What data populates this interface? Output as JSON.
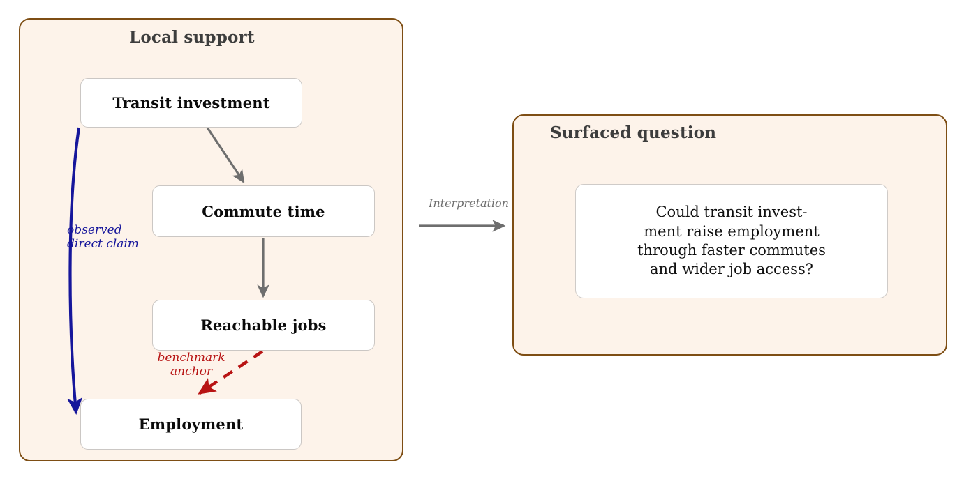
{
  "diagram": {
    "type": "causal-flow-diagram",
    "panels": [
      {
        "id": "local-support",
        "title": "Local support"
      },
      {
        "id": "surfaced-question",
        "title": "Surfaced question"
      }
    ],
    "nodes": [
      {
        "id": "transit-investment",
        "label": "Transit investment"
      },
      {
        "id": "commute-time",
        "label": "Commute time"
      },
      {
        "id": "reachable-jobs",
        "label": "Reachable jobs"
      },
      {
        "id": "employment",
        "label": "Employment"
      }
    ],
    "edges": [
      {
        "id": "transit-to-commute",
        "from": "transit-investment",
        "to": "commute-time",
        "label": "",
        "style": "solid",
        "color": "#6E6E6E"
      },
      {
        "id": "commute-to-jobs",
        "from": "commute-time",
        "to": "reachable-jobs",
        "label": "",
        "style": "solid",
        "color": "#6E6E6E"
      },
      {
        "id": "transit-to-employment",
        "from": "transit-investment",
        "to": "employment",
        "label": "observed\ndirect claim",
        "style": "solid-curved",
        "color": "#16169B"
      },
      {
        "id": "jobs-to-employment",
        "from": "reachable-jobs",
        "to": "employment",
        "label": "benchmark\nanchor",
        "style": "dashed",
        "color": "#B81414"
      },
      {
        "id": "local-to-question",
        "from": "local-support",
        "to": "surfaced-question",
        "label": "Interpretation",
        "style": "solid",
        "color": "#6E6E6E"
      }
    ],
    "question": {
      "text": "Could transit invest-\nment raise employment\nthrough faster commutes\nand wider job access?"
    },
    "colors": {
      "panel_fill": "#FDF3EA",
      "panel_border": "#7E4E14",
      "node_fill": "#FFFFFF",
      "node_border": "#CBC7C4",
      "title_text": "#3D3D3D",
      "arrow_gray": "#6E6E6E",
      "arrow_blue": "#16169B",
      "arrow_red": "#B81414"
    }
  }
}
